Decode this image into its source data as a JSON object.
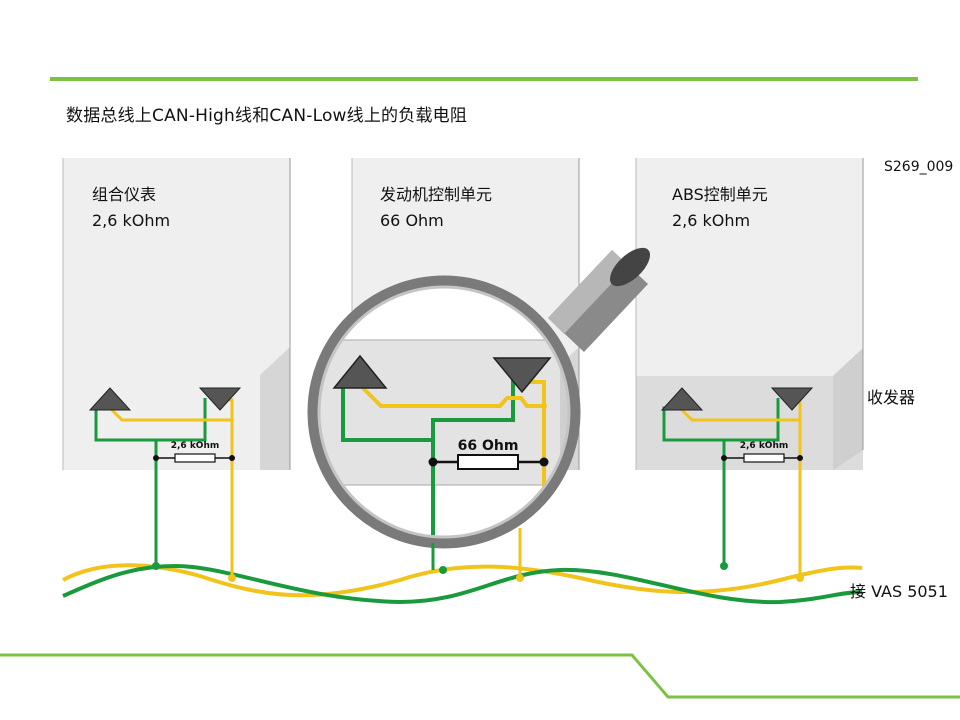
{
  "title": "数据总线上CAN-High线和CAN-Low线上的负载电阻",
  "figure_id": "S269_009",
  "units": [
    {
      "name": "组合仪表",
      "resistance": "2,6 kOhm",
      "resistor_label": "2,6 kOhm"
    },
    {
      "name": "发动机控制单元",
      "resistance": "66 Ohm",
      "resistor_label": "66 Ohm"
    },
    {
      "name": "ABS控制单元",
      "resistance": "2,6 kOhm",
      "resistor_label": "2,6 kOhm"
    }
  ],
  "transceiver_label": "收发器",
  "tester_label": "接 VAS 5051",
  "colors": {
    "accent_green": "#7cc242",
    "can_high_green": "#1a9a3c",
    "can_low_yellow": "#f2c31b",
    "box_fill": "#efefef",
    "box_shade": "#d4d4d4",
    "symbol_gray": "#555555"
  }
}
